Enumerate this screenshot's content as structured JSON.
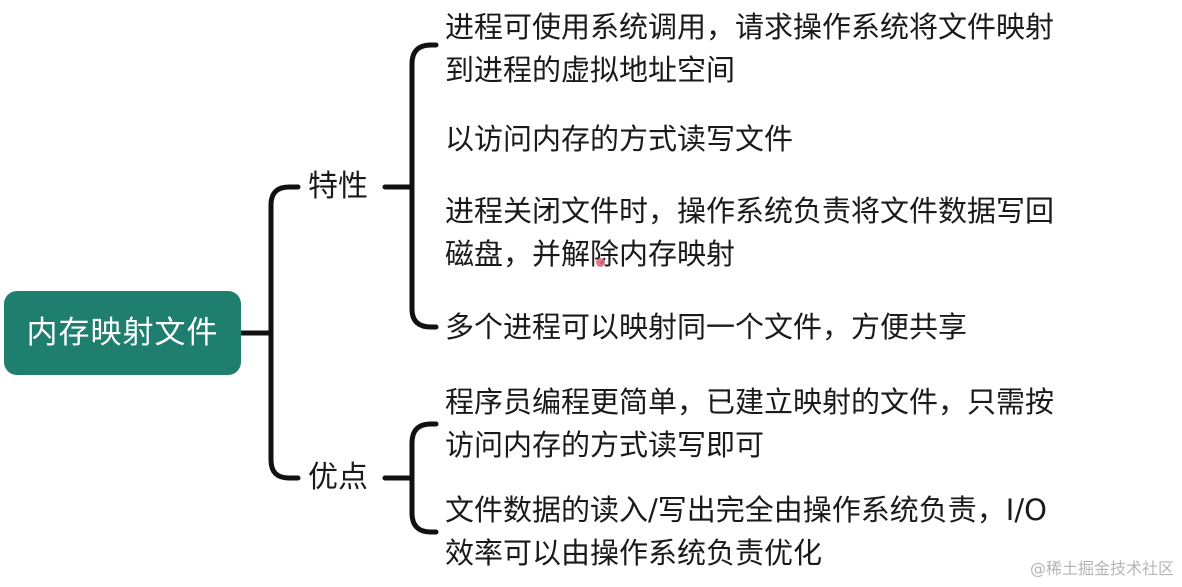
{
  "root": {
    "label": "内存映射文件"
  },
  "branches": [
    {
      "label": "特性",
      "items": [
        {
          "lines": [
            "进程可使用系统调用，请求操作系统将文件映射",
            "到进程的虚拟地址空间"
          ]
        },
        {
          "lines": [
            "以访问内存的方式读写文件"
          ]
        },
        {
          "lines": [
            "进程关闭文件时，操作系统负责将文件数据写回",
            "磁盘，并解除内存映射"
          ]
        },
        {
          "lines": [
            "多个进程可以映射同一个文件，方便共享"
          ]
        }
      ]
    },
    {
      "label": "优点",
      "items": [
        {
          "lines": [
            "程序员编程更简单，已建立映射的文件，只需按",
            "访问内存的方式读写即可"
          ]
        },
        {
          "lines": [
            "文件数据的读入/写出完全由操作系统负责，I/O",
            "效率可以由操作系统负责优化"
          ]
        }
      ]
    }
  ],
  "watermark": "@稀土掘金技术社区",
  "colors": {
    "root_background": "#1f7f6e",
    "root_text": "#ffffff",
    "connector": "#111111"
  }
}
